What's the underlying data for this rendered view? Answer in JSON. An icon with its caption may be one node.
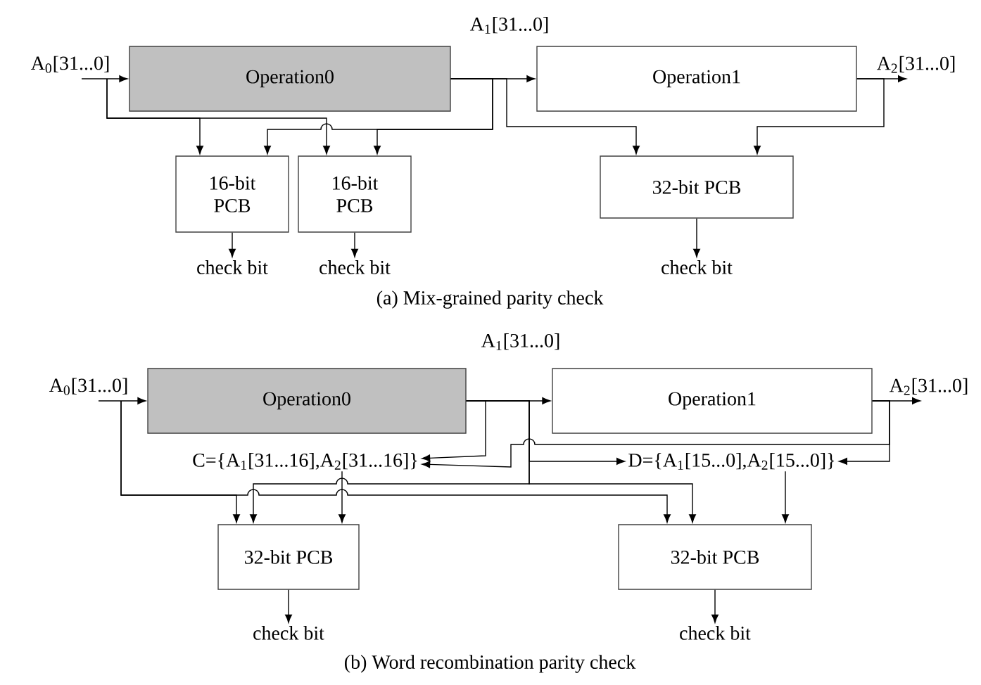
{
  "diagram": {
    "nodes": [
      {
        "text": [
          "Operation0"
        ]
      },
      {
        "text": [
          "Operation1"
        ]
      },
      {
        "text": [
          "16-bit PCB"
        ]
      },
      {
        "text": [
          "16-bit PCB"
        ]
      },
      {
        "text": [
          "32-bit PCB"
        ]
      },
      {
        "text": [
          "check bit"
        ]
      },
      {
        "text": [
          "check bit"
        ]
      },
      {
        "text": [
          "check bit"
        ]
      },
      {
        "text": [
          "Operation0"
        ]
      },
      {
        "text": [
          "Operation1"
        ]
      },
      {
        "text": [
          "C={A$_{1}$[31...16],A$_{2}$[31...16]}"
        ]
      },
      {
        "text": [
          "D={A$_{1}$[15...0],A$_{2}$[15...0]}"
        ]
      },
      {
        "text": [
          "32-bit PCB"
        ]
      },
      {
        "text": [
          "32-bit PCB"
        ]
      },
      {
        "text": [
          "check bit"
        ]
      },
      {
        "text": [
          "check bit"
        ]
      },
      {
        "text": [
          "A$_{0}$[31...0]"
        ]
      },
      {
        "text": [
          "A$_{2}$[31...0]"
        ]
      },
      {
        "text": [
          "A$_{0}$[31...0]"
        ]
      },
      {
        "text": [
          "A$_{2}$[31...0]"
        ]
      }
    ],
    "edges": [
      {
        "from": 16,
        "to": 0,
        "arrow": "to"
      },
      {
        "from": 0,
        "to": 1,
        "arrow": "to"
      },
      {
        "from": 1,
        "to": 17,
        "arrow": "to"
      },
      {
        "from": 16,
        "to": 2,
        "arrow": "to"
      },
      {
        "from": 16,
        "to": 3,
        "arrow": "to"
      },
      {
        "from": 0,
        "to": 2,
        "arrow": "to"
      },
      {
        "from": 0,
        "to": 3,
        "arrow": "to"
      },
      {
        "from": 0,
        "to": 4,
        "arrow": "to"
      },
      {
        "from": 1,
        "to": 4,
        "arrow": "to"
      },
      {
        "from": 2,
        "to": 5,
        "arrow": "to"
      },
      {
        "from": 3,
        "to": 6,
        "arrow": "to"
      },
      {
        "from": 4,
        "to": 7,
        "arrow": "to"
      },
      {
        "from": 18,
        "to": 8,
        "arrow": "to"
      },
      {
        "from": 8,
        "to": 9,
        "arrow": "to"
      },
      {
        "from": 9,
        "to": 19,
        "arrow": "to"
      },
      {
        "from": 8,
        "to": 10,
        "arrow": "to"
      },
      {
        "from": 9,
        "to": 10,
        "arrow": "to"
      },
      {
        "from": 8,
        "to": 11,
        "arrow": "to"
      },
      {
        "from": 9,
        "to": 11,
        "arrow": "to"
      },
      {
        "from": 18,
        "to": 12,
        "arrow": "to"
      },
      {
        "from": 8,
        "to": 12,
        "arrow": "to"
      },
      {
        "from": 10,
        "to": 12,
        "arrow": "to"
      },
      {
        "from": 18,
        "to": 13,
        "arrow": "to"
      },
      {
        "from": 8,
        "to": 13,
        "arrow": "to"
      },
      {
        "from": 11,
        "to": 13,
        "arrow": "to"
      },
      {
        "from": 12,
        "to": 14,
        "arrow": "to"
      },
      {
        "from": 13,
        "to": 15,
        "arrow": "to"
      }
    ],
    "labels": [
      "A$_{1}$[31...0]",
      "(a) Mix-grained parity check",
      "A$_{1}$[31...0]",
      "(b) Word recombination parity check"
    ]
  }
}
